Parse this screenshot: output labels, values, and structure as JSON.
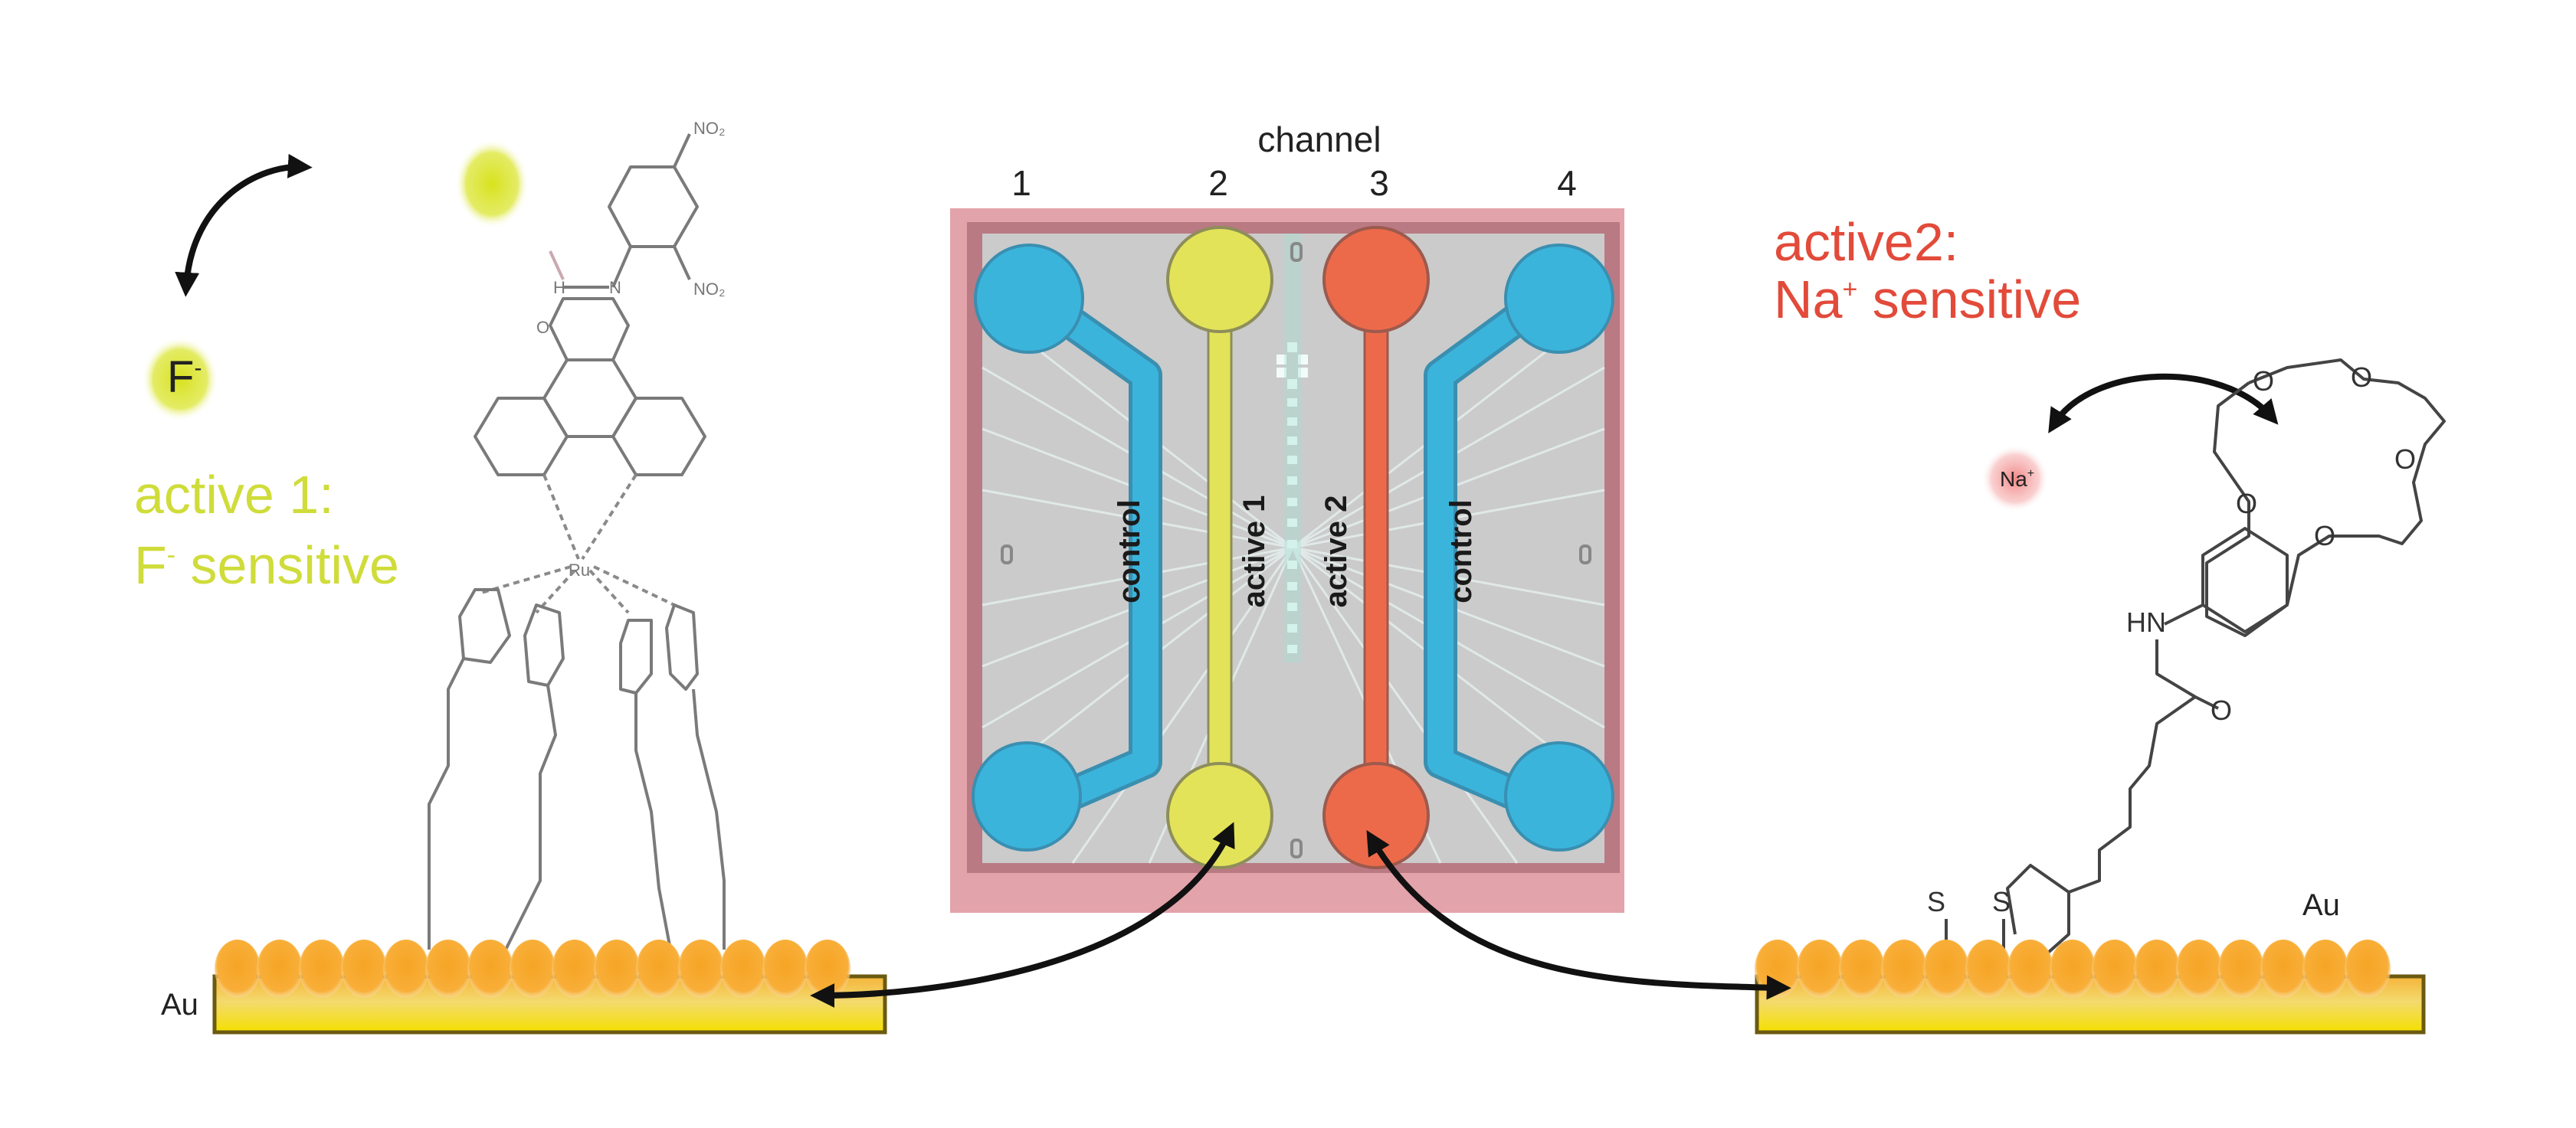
{
  "header": {
    "title": "channel",
    "channel_numbers": [
      "1",
      "2",
      "3",
      "4"
    ]
  },
  "left_panel": {
    "ion_label": "F",
    "ion_charge": "-",
    "sensor_label_line1": "active 1:",
    "sensor_label_line2_ion": "F",
    "sensor_label_line2_charge": "-",
    "sensor_label_line2_rest": " sensitive",
    "substrate_label": "Au",
    "atoms": {
      "nitro_top": "NO₂",
      "nitro_bottom": "NO₂",
      "hydrogen": "H",
      "oxygen": "O",
      "nitrogen": "N",
      "metal": "Ru"
    }
  },
  "chip": {
    "channels": [
      {
        "number": "1",
        "label": "control",
        "color": "#3bb4dc"
      },
      {
        "number": "2",
        "label": "active 1",
        "color": "#e3e35a"
      },
      {
        "number": "3",
        "label": "active 2",
        "color": "#ec6a4a"
      },
      {
        "number": "4",
        "label": "control",
        "color": "#3bb4dc"
      }
    ],
    "frame_color": "#d98a94",
    "surface_color": "#c9c9c9"
  },
  "right_panel": {
    "sensor_label_line1": "active2:",
    "sensor_label_line2_ion": "Na",
    "sensor_label_line2_charge": "+",
    "sensor_label_line2_rest": " sensitive",
    "ion_label": "Na",
    "ion_charge": "+",
    "substrate_label": "Au",
    "atoms": {
      "crown_oxygen": "O",
      "amide_nh": "HN",
      "carbonyl_o": "O",
      "sulfur": "S"
    }
  },
  "colors": {
    "active1": "#cfdc3a",
    "active2": "#e24a3a",
    "control": "#3bb4dc",
    "gold_bead": "#f5a623",
    "gold_bar": "#f7d21c"
  }
}
